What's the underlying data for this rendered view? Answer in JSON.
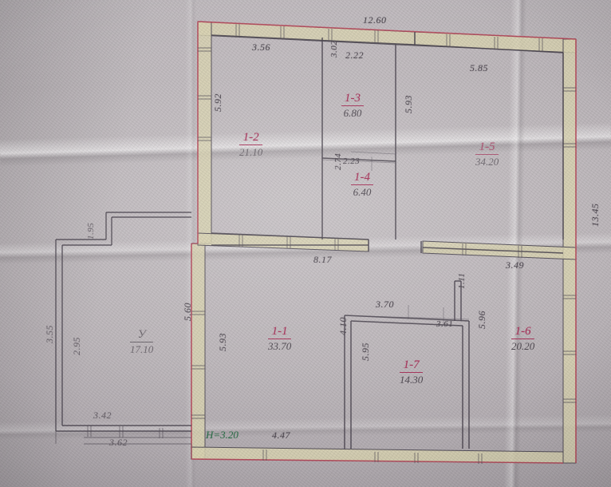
{
  "document": {
    "type": "hand-drawn architectural floor plan",
    "medium": "pencil and colored pen on creased paper photograph"
  },
  "rooms": [
    {
      "name": "room-1-2",
      "id": "1-2",
      "area": "21.10"
    },
    {
      "name": "room-1-3",
      "id": "1-3",
      "area": "6.80"
    },
    {
      "name": "room-1-4",
      "id": "1-4",
      "area": "6.40"
    },
    {
      "name": "room-1-5",
      "id": "1-5",
      "area": "34.20"
    },
    {
      "name": "room-1-1",
      "id": "1-1",
      "area": "33.70"
    },
    {
      "name": "room-1-6",
      "id": "1-6",
      "area": "20.20"
    },
    {
      "name": "room-1-7",
      "id": "1-7",
      "area": "14.30"
    },
    {
      "name": "room-veranda",
      "id": "У",
      "area": "17.10"
    }
  ],
  "dimensions": {
    "top_overall": "12.60",
    "top_left_room": "3.56",
    "top_mid_small": "2.22",
    "top_right": "5.85",
    "left_upper_vertical": "5.92",
    "room13_vertical": "3.02",
    "right_upper_vertical": "5.93",
    "right_overall_vertical": "13.45",
    "small_room_width": "2.23",
    "room14_vertical": "2.74",
    "mid_band_left": "8.17",
    "mid_band_right": "3.49",
    "left_wing_vertical_upper": "1.95",
    "left_wing_vertical_outer": "3.55",
    "left_wing_vertical_inner": "2.95",
    "left_wing_bottom_inner": "3.42",
    "left_wing_bottom_outer": "3.62",
    "center_left_vertical_a": "5.60",
    "center_left_vertical_b": "5.93",
    "room17_top": "3.70",
    "room17_top_right": "3.61",
    "room17_notch": "1.11",
    "room17_left_vertical": "4.10",
    "room17_inner_vertical": "5.95",
    "room17_right_vertical": "5.96",
    "bottom_segment": "4.47"
  },
  "annotations": {
    "height_note": "Н=3.20"
  },
  "colors": {
    "room_label": "#a8335a",
    "outline_red": "#c04a5a",
    "wall_fill": "#d9d2b4",
    "pencil": "#4e4850",
    "note_green": "#2f6f4a",
    "paper": "#bdb7bb"
  }
}
